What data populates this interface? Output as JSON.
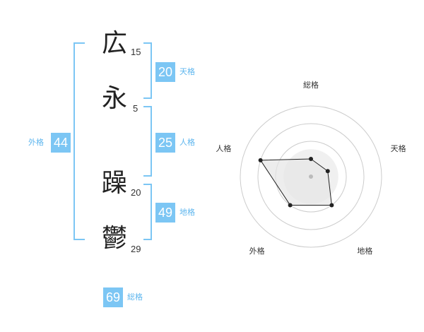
{
  "name": {
    "characters": [
      {
        "char": "広",
        "strokes": "15"
      },
      {
        "char": "永",
        "strokes": "5"
      },
      {
        "char": "躁",
        "strokes": "20"
      },
      {
        "char": "鬱",
        "strokes": "29"
      }
    ]
  },
  "fortunes": {
    "tenkaku": {
      "value": "20",
      "label": "天格"
    },
    "jinkaku": {
      "value": "25",
      "label": "人格"
    },
    "chikaku": {
      "value": "49",
      "label": "地格"
    },
    "gaikaku": {
      "value": "44",
      "label": "外格"
    },
    "soukaku": {
      "value": "69",
      "label": "総格"
    }
  },
  "radar": {
    "axes": [
      "総格",
      "天格",
      "地格",
      "外格",
      "人格"
    ],
    "levels": 4,
    "max": 4,
    "values": [
      1,
      1,
      2,
      2,
      3
    ],
    "colors": {
      "grid": "#cccccc",
      "fill": "#e6e6e6",
      "line": "#222222",
      "center": "#bbbbbb"
    }
  }
}
